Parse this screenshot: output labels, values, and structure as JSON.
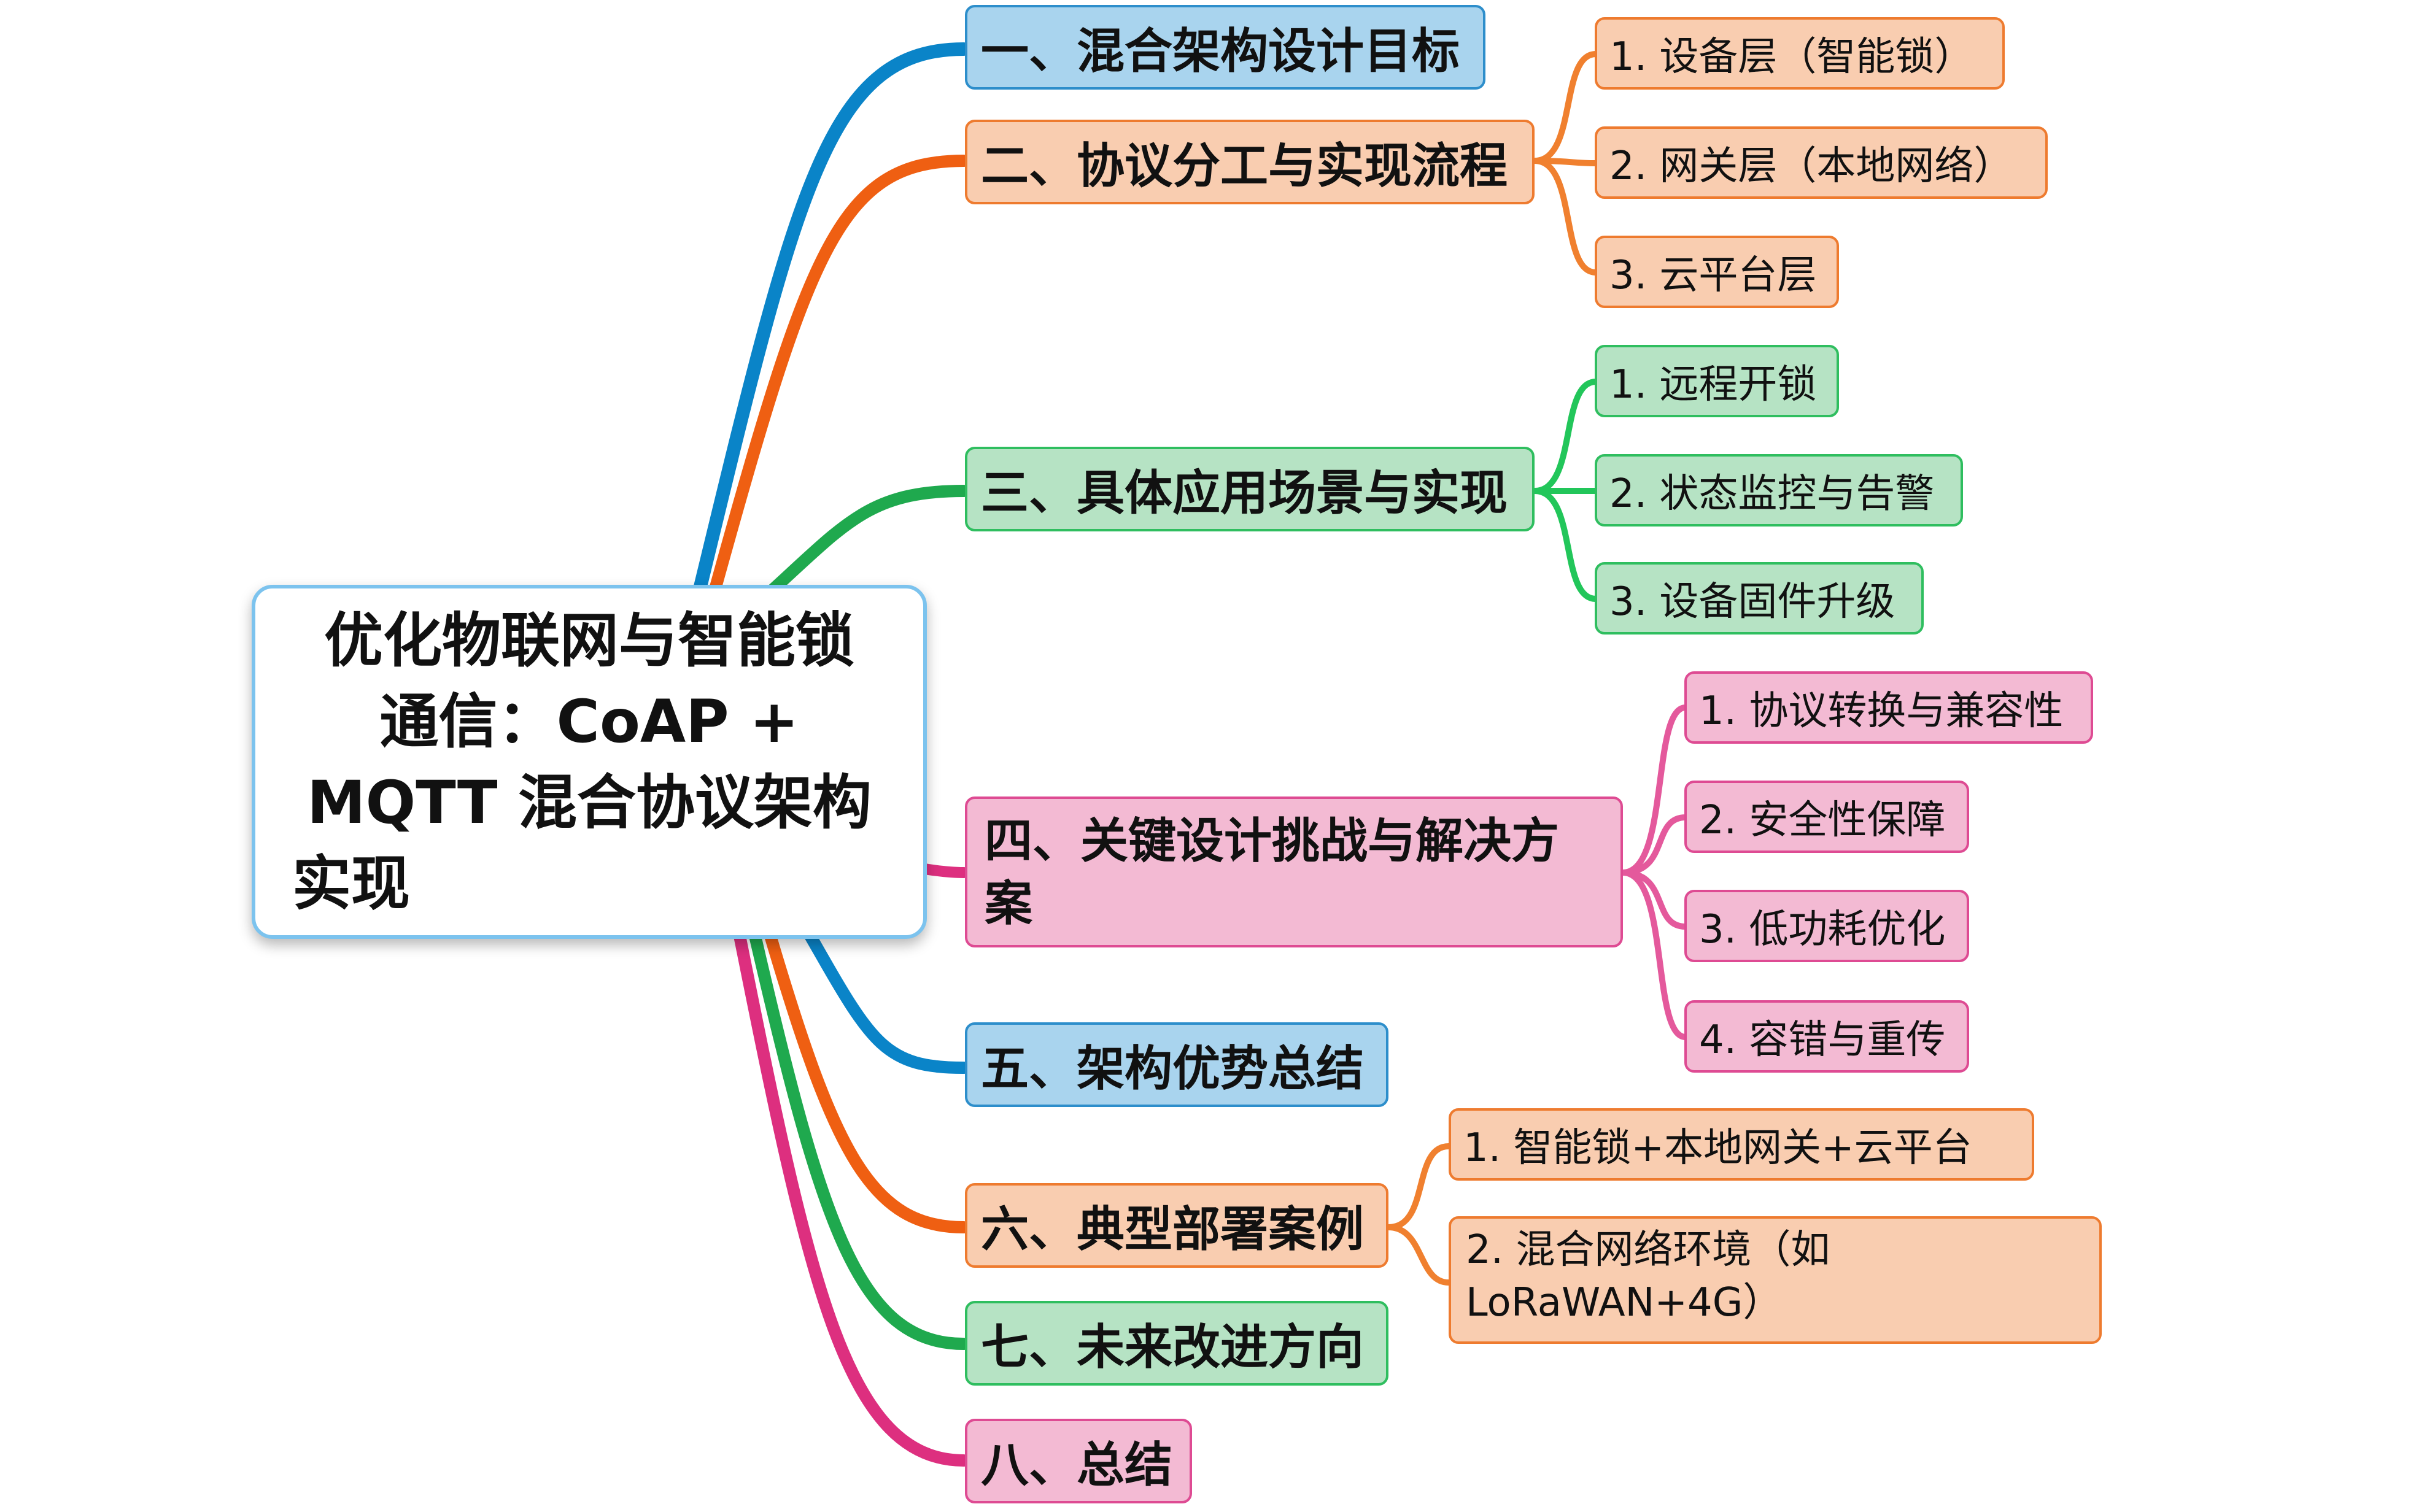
{
  "root": {
    "title_lines": [
      "优化物联网与智能锁",
      "通信：CoAP +",
      "MQTT 混合协议架构",
      "实现"
    ]
  },
  "colors": {
    "blue": "#0a84c8",
    "orange": "#ef5f12",
    "green": "#1fa94e",
    "pink": "#dd2f7f",
    "leaf_orange": "#f0802f",
    "leaf_green": "#22c65a",
    "leaf_pink": "#e4599c"
  },
  "branches": [
    {
      "label": "一、混合架构设计目标",
      "color": "blue"
    },
    {
      "label": "二、协议分工与实现流程",
      "color": "orange",
      "children": [
        "1. 设备层（智能锁）",
        "2. 网关层（本地网络）",
        "3. 云平台层"
      ]
    },
    {
      "label": "三、具体应用场景与实现",
      "color": "green",
      "children": [
        "1. 远程开锁",
        "2. 状态监控与告警",
        "3. 设备固件升级"
      ]
    },
    {
      "label": "四、关键设计挑战与解决方案",
      "color": "pink",
      "children": [
        "1. 协议转换与兼容性",
        "2. 安全性保障",
        "3. 低功耗优化",
        "4. 容错与重传"
      ]
    },
    {
      "label": "五、架构优势总结",
      "color": "blue"
    },
    {
      "label": "六、典型部署案例",
      "color": "orange",
      "children": [
        "1. 智能锁+本地网关+云平台",
        "2. 混合网络环境（如LoRaWAN+4G）"
      ]
    },
    {
      "label": "七、未来改进方向",
      "color": "green"
    },
    {
      "label": "八、总结",
      "color": "pink"
    }
  ]
}
